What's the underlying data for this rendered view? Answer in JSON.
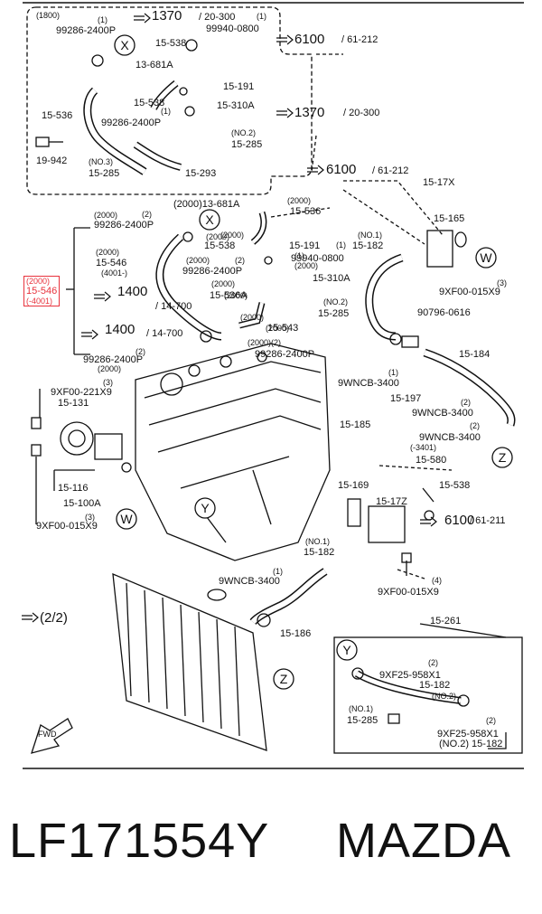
{
  "diagram": {
    "callouts": [
      {
        "text": "(1800)",
        "size": "sm"
      },
      {
        "text": "(1)",
        "size": "sm"
      },
      {
        "text": "99286-2400P",
        "size": "n"
      },
      {
        "text": "1370",
        "size": "big"
      },
      {
        "text": "/ 20-300",
        "size": "n"
      },
      {
        "text": "(1)",
        "size": "sm"
      },
      {
        "text": "99940-0800",
        "size": "n"
      },
      {
        "text": "15-538",
        "size": "n"
      },
      {
        "text": "6100",
        "size": "big"
      },
      {
        "text": "/ 61-212",
        "size": "n"
      },
      {
        "text": "13-681A",
        "size": "n"
      },
      {
        "text": "15-191",
        "size": "n"
      },
      {
        "text": "15-538",
        "size": "n"
      },
      {
        "text": "(1)",
        "size": "sm"
      },
      {
        "text": "15-310A",
        "size": "n"
      },
      {
        "text": "15-536",
        "size": "n"
      },
      {
        "text": "99286-2400P",
        "size": "n"
      },
      {
        "text": "1370",
        "size": "big"
      },
      {
        "text": "/ 20-300",
        "size": "n"
      },
      {
        "text": "(NO.2)",
        "size": "sm"
      },
      {
        "text": "15-285",
        "size": "n"
      },
      {
        "text": "19-942",
        "size": "n"
      },
      {
        "text": "(NO.3)",
        "size": "sm"
      },
      {
        "text": "15-285",
        "size": "n"
      },
      {
        "text": "15-293",
        "size": "n"
      },
      {
        "text": "6100",
        "size": "big"
      },
      {
        "text": "/ 61-212",
        "size": "n"
      },
      {
        "text": "15-17X",
        "size": "n"
      },
      {
        "text": "(2000)13-681A",
        "size": "n"
      },
      {
        "text": "(2000)",
        "size": "sm"
      },
      {
        "text": "15-536",
        "size": "n"
      },
      {
        "text": "15-165",
        "size": "n"
      },
      {
        "text": "(2000)",
        "size": "sm"
      },
      {
        "text": "(2)",
        "size": "sm"
      },
      {
        "text": "99286-2400P",
        "size": "n"
      },
      {
        "text": "(2000)",
        "size": "sm"
      },
      {
        "text": "(2000)",
        "size": "sm"
      },
      {
        "text": "15-538",
        "size": "n"
      },
      {
        "text": "15-191",
        "size": "n"
      },
      {
        "text": "(NO.1)",
        "size": "sm"
      },
      {
        "text": "(1)",
        "size": "sm"
      },
      {
        "text": "15-182",
        "size": "n"
      },
      {
        "text": "(2000)",
        "size": "sm"
      },
      {
        "text": "15-546",
        "size": "n"
      },
      {
        "text": "(4001-)",
        "size": "sm"
      },
      {
        "text": "(1)",
        "size": "sm"
      },
      {
        "text": "99940-0800",
        "size": "n"
      },
      {
        "text": "(2000)",
        "size": "sm"
      },
      {
        "text": "(2000)",
        "size": "sm"
      },
      {
        "text": "(2)",
        "size": "sm"
      },
      {
        "text": "99286-2400P",
        "size": "n"
      },
      {
        "text": "15-310A",
        "size": "n"
      },
      {
        "text": "(2000)",
        "size": "sm"
      },
      {
        "text": "(3)",
        "size": "sm"
      },
      {
        "text": "9XF00-015X9",
        "size": "n"
      },
      {
        "text": "(2000)",
        "size": "sm"
      },
      {
        "text": "15-536A",
        "size": "n"
      },
      {
        "text": "1400",
        "size": "big"
      },
      {
        "text": "/ 14-700",
        "size": "n"
      },
      {
        "text": "(NO.2)",
        "size": "sm"
      },
      {
        "text": "15-285",
        "size": "n"
      },
      {
        "text": "(2000)",
        "size": "sm"
      },
      {
        "text": "(2000)",
        "size": "sm"
      },
      {
        "text": "15-543",
        "size": "n"
      },
      {
        "text": "90796-0616",
        "size": "n"
      },
      {
        "text": "1400",
        "size": "big"
      },
      {
        "text": "/ 14-700",
        "size": "n"
      },
      {
        "text": "(2000)(2)",
        "size": "sm"
      },
      {
        "text": "(2)",
        "size": "sm"
      },
      {
        "text": "99286-2400P",
        "size": "n"
      },
      {
        "text": "99286-2400P",
        "size": "n"
      },
      {
        "text": "15-184",
        "size": "n"
      },
      {
        "text": "(2000)",
        "size": "sm"
      },
      {
        "text": "(1)",
        "size": "sm"
      },
      {
        "text": "9WNCB-3400",
        "size": "n"
      },
      {
        "text": "(3)",
        "size": "sm"
      },
      {
        "text": "9XF00-221X9",
        "size": "n"
      },
      {
        "text": "15-197",
        "size": "n"
      },
      {
        "text": "15-131",
        "size": "n"
      },
      {
        "text": "(2)",
        "size": "sm"
      },
      {
        "text": "9WNCB-3400",
        "size": "n"
      },
      {
        "text": "15-185",
        "size": "n"
      },
      {
        "text": "(2)",
        "size": "sm"
      },
      {
        "text": "9WNCB-3400",
        "size": "n"
      },
      {
        "text": "(-3401)",
        "size": "sm"
      },
      {
        "text": "15-580",
        "size": "n"
      },
      {
        "text": "15-169",
        "size": "n"
      },
      {
        "text": "15-538",
        "size": "n"
      },
      {
        "text": "15-116",
        "size": "n"
      },
      {
        "text": "15-17Z",
        "size": "n"
      },
      {
        "text": "15-100A",
        "size": "n"
      },
      {
        "text": "6100",
        "size": "big"
      },
      {
        "text": "/ 61-211",
        "size": "n"
      },
      {
        "text": "(3)",
        "size": "sm"
      },
      {
        "text": "9XF00-015X9",
        "size": "n"
      },
      {
        "text": "(NO.1)",
        "size": "sm"
      },
      {
        "text": "15-182",
        "size": "n"
      },
      {
        "text": "(1)",
        "size": "sm"
      },
      {
        "text": "9WNCB-3400",
        "size": "n"
      },
      {
        "text": "(4)",
        "size": "sm"
      },
      {
        "text": "9XF00-015X9",
        "size": "n"
      },
      {
        "text": "(2/2)",
        "size": "big"
      },
      {
        "text": "15-261",
        "size": "n"
      },
      {
        "text": "15-186",
        "size": "n"
      },
      {
        "text": "(2)",
        "size": "sm"
      },
      {
        "text": "9XF25-958X1",
        "size": "n"
      },
      {
        "text": "15-182",
        "size": "n"
      },
      {
        "text": "(NO.2)",
        "size": "sm"
      },
      {
        "text": "(NO.1)",
        "size": "sm"
      },
      {
        "text": "15-285",
        "size": "n"
      },
      {
        "text": "(2)",
        "size": "sm"
      },
      {
        "text": "9XF25-958X1",
        "size": "n"
      },
      {
        "text": "(NO.2) 15-182",
        "size": "n"
      },
      {
        "text": "FWD",
        "size": "sm"
      }
    ],
    "highlight": {
      "top": "(2000)",
      "mid": "15-546",
      "bottom": "(-4001)"
    },
    "markers": [
      "X",
      "X",
      "W",
      "Y",
      "W",
      "Z",
      "Z",
      "Y"
    ]
  },
  "footer": {
    "part_number": "LF171554Y",
    "brand": "MAZDA"
  }
}
